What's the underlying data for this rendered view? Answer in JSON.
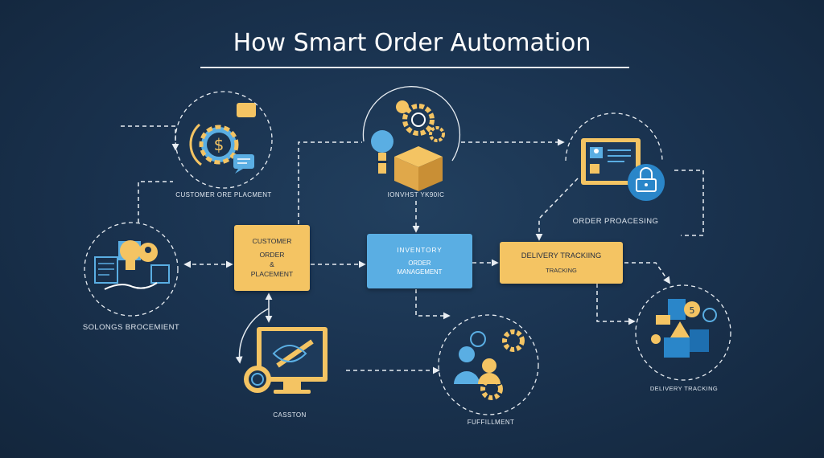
{
  "title": "How Smart Order Automation",
  "nodes": {
    "customer_order_placment": "CUSTOMER ORE PLACMENT",
    "inventory_logic": "IONVHST YK90IC",
    "order_processing": "ORDER PROACESING",
    "solongs": "SOLONGS BROCEMIENT",
    "casston": "CASSTON",
    "fulfillment": "FUFFILLMENT",
    "delivery_tracking": "DELIVERY TRACKING"
  },
  "boxes": {
    "customer": {
      "line1": "CUSTOMER",
      "line2": "ORDER",
      "line3": "&",
      "line4": "PLACEMENT"
    },
    "inventory": {
      "line1": "INVENTORY",
      "line2": "ORDER",
      "line3": "MANAGEMENT"
    },
    "delivery": {
      "line1": "DELIVERY TRACKIING",
      "line2": "TRACKING"
    }
  },
  "icon_glyphs": {
    "dollar": "$",
    "five": "5"
  },
  "colors": {
    "background": "#1a3350",
    "accent_yellow": "#f4c463",
    "accent_blue": "#5aaee3",
    "line": "#e8edf2"
  }
}
